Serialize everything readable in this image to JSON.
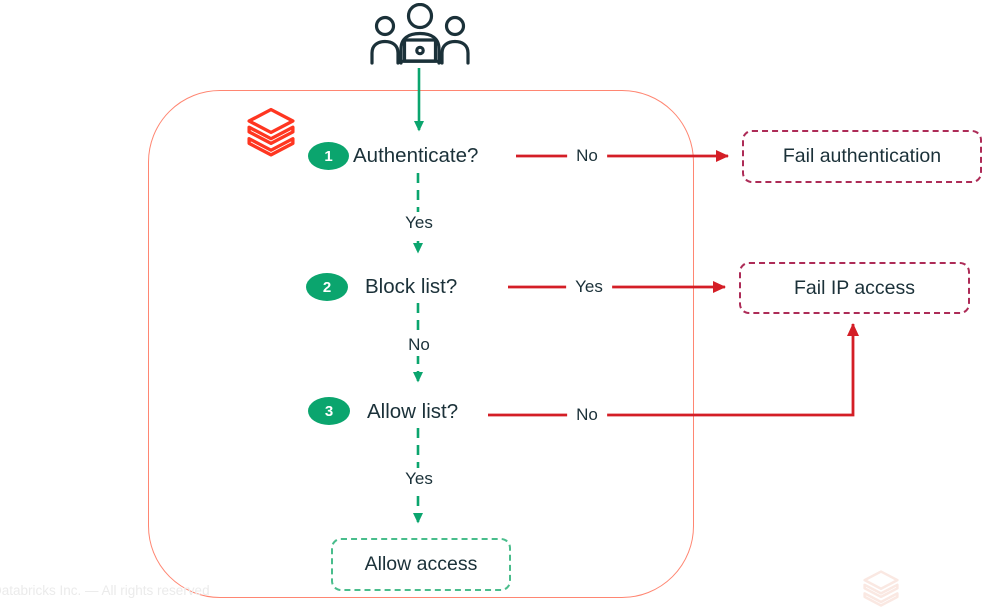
{
  "colors": {
    "brand_red": "#ff3621",
    "boundary_border": "#ff8672",
    "green": "#0ba56e",
    "green_light_border": "#49bd8c",
    "red_arrow": "#d41e26",
    "fail_box_border": "#ad2b57",
    "text_dark": "#1b3139",
    "watermark_gray": "#ebebeb"
  },
  "icons": {
    "top": "three-users-with-laptop",
    "brand": "databricks-logo",
    "watermark": "databricks-logo-faint"
  },
  "steps": [
    {
      "number": "1",
      "label": "Authenticate?",
      "side_label": "No",
      "side_target": "Fail authentication",
      "down_label": "Yes"
    },
    {
      "number": "2",
      "label": "Block list?",
      "side_label": "Yes",
      "side_target": "Fail IP access",
      "down_label": "No"
    },
    {
      "number": "3",
      "label": "Allow list?",
      "side_label": "No",
      "side_target": "Fail IP access",
      "down_label": "Yes"
    }
  ],
  "outcomes": {
    "fail_auth": "Fail authentication",
    "fail_ip": "Fail IP access",
    "allow": "Allow access"
  },
  "footer": {
    "copyright": "Databricks Inc. — All rights reserved"
  }
}
